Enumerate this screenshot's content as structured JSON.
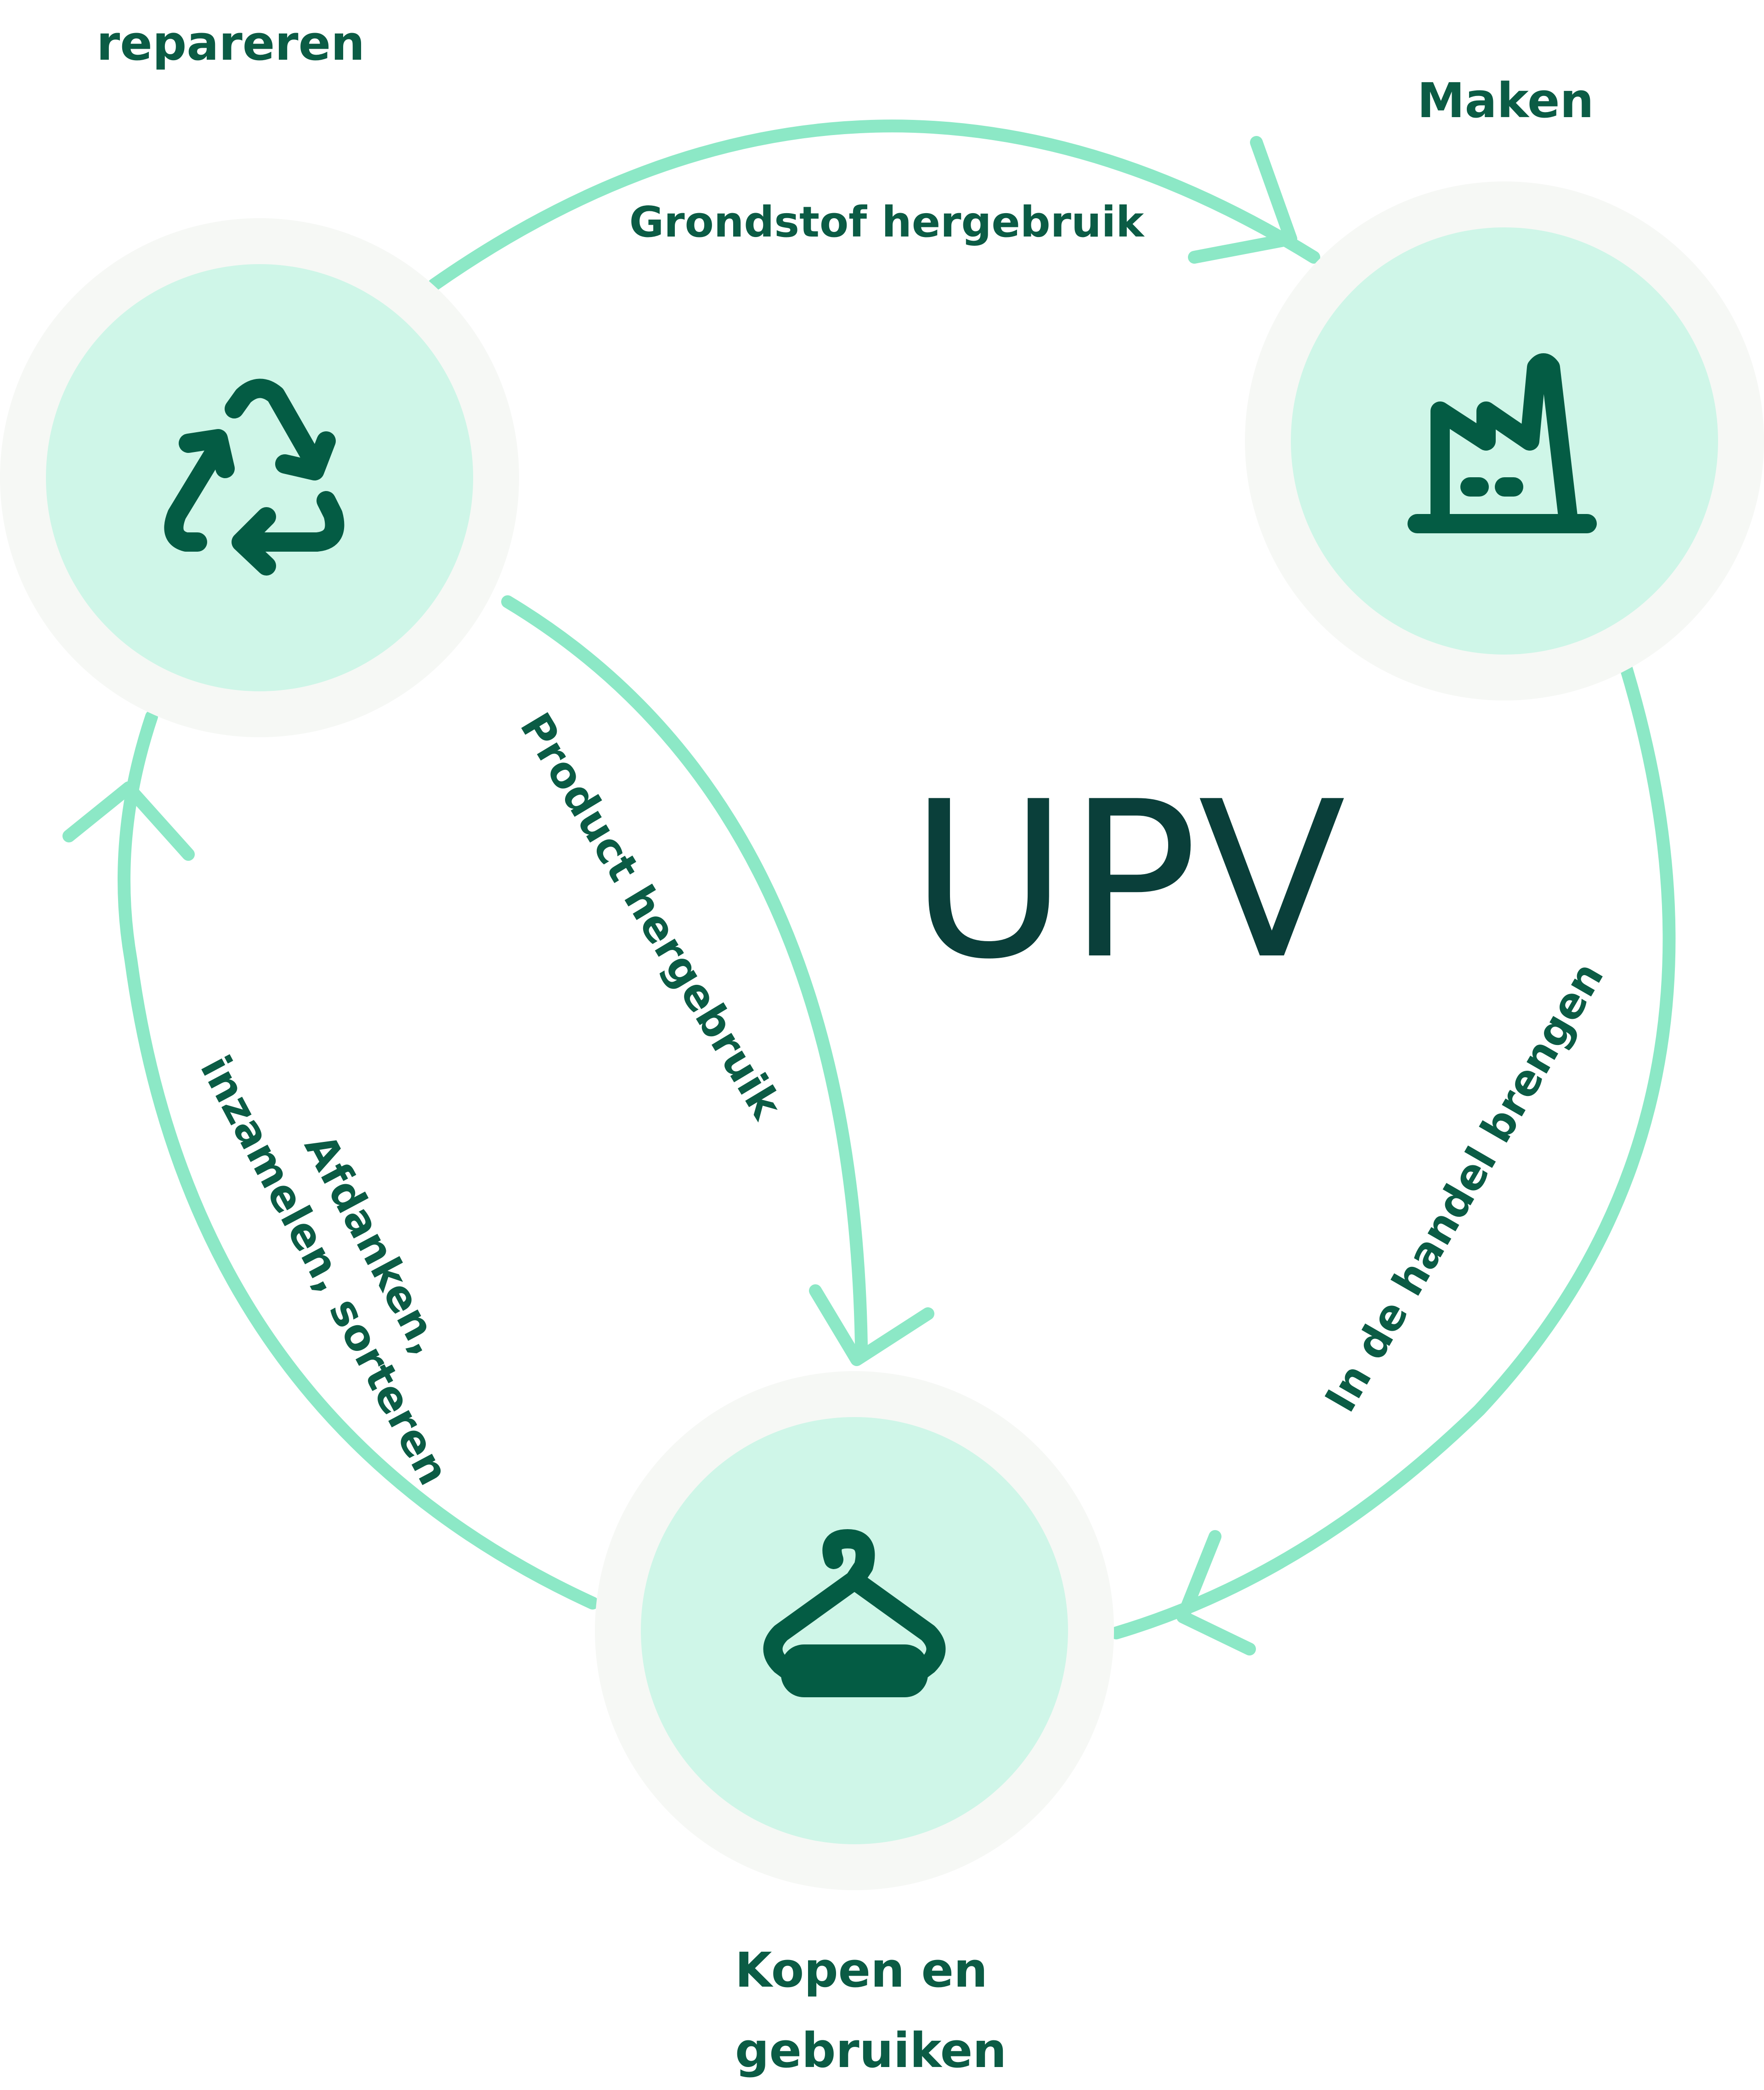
{
  "center": {
    "title": "UPV"
  },
  "nodes": {
    "repair": {
      "label": "repareren",
      "icon": "recycle-icon"
    },
    "make": {
      "label": "Maken",
      "icon": "factory-icon"
    },
    "buy": {
      "label_line1": "Kopen en",
      "label_line2": "gebruiken",
      "icon": "hanger-icon"
    }
  },
  "flows": {
    "raw_material_reuse": "Grondstof hergebruik",
    "product_reuse": "Product hergebruik",
    "market": "In de handel brengen",
    "discard_line1": "Afdanken,",
    "discard_line2": "inzamelen, sorteren"
  },
  "colors": {
    "arrow": "#8CE8C6",
    "circle_halo": "#F6F8F5",
    "circle_fill": "#CFF6E8",
    "icon": "#045C44",
    "label_text": "#0B5C45",
    "title_text": "#0A3F3A"
  }
}
